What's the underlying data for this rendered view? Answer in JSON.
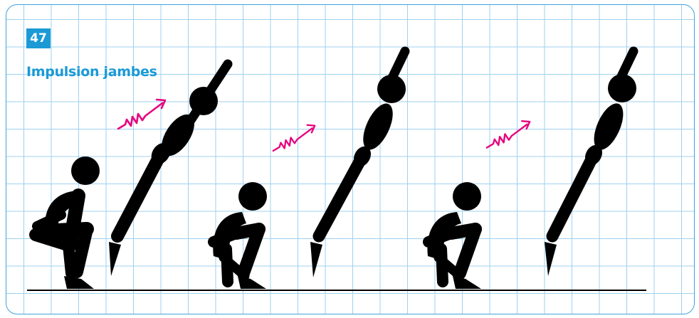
{
  "exercise": {
    "number": "47",
    "title": "Impulsion jambes"
  },
  "colors": {
    "accent": "#1b9ad6",
    "grid": "#9fd0ef",
    "figure": "#000000",
    "impulse_arrow": "#e6007e"
  },
  "icons": {
    "impulse": "impulse-spring-arrow-icon",
    "figure": "stick-figure-icon"
  },
  "sequence": [
    {
      "name": "step-1",
      "phases": [
        "crouch",
        "extension"
      ]
    },
    {
      "name": "step-2",
      "phases": [
        "crouch",
        "extension"
      ]
    },
    {
      "name": "step-3",
      "phases": [
        "crouch",
        "extension"
      ]
    }
  ]
}
